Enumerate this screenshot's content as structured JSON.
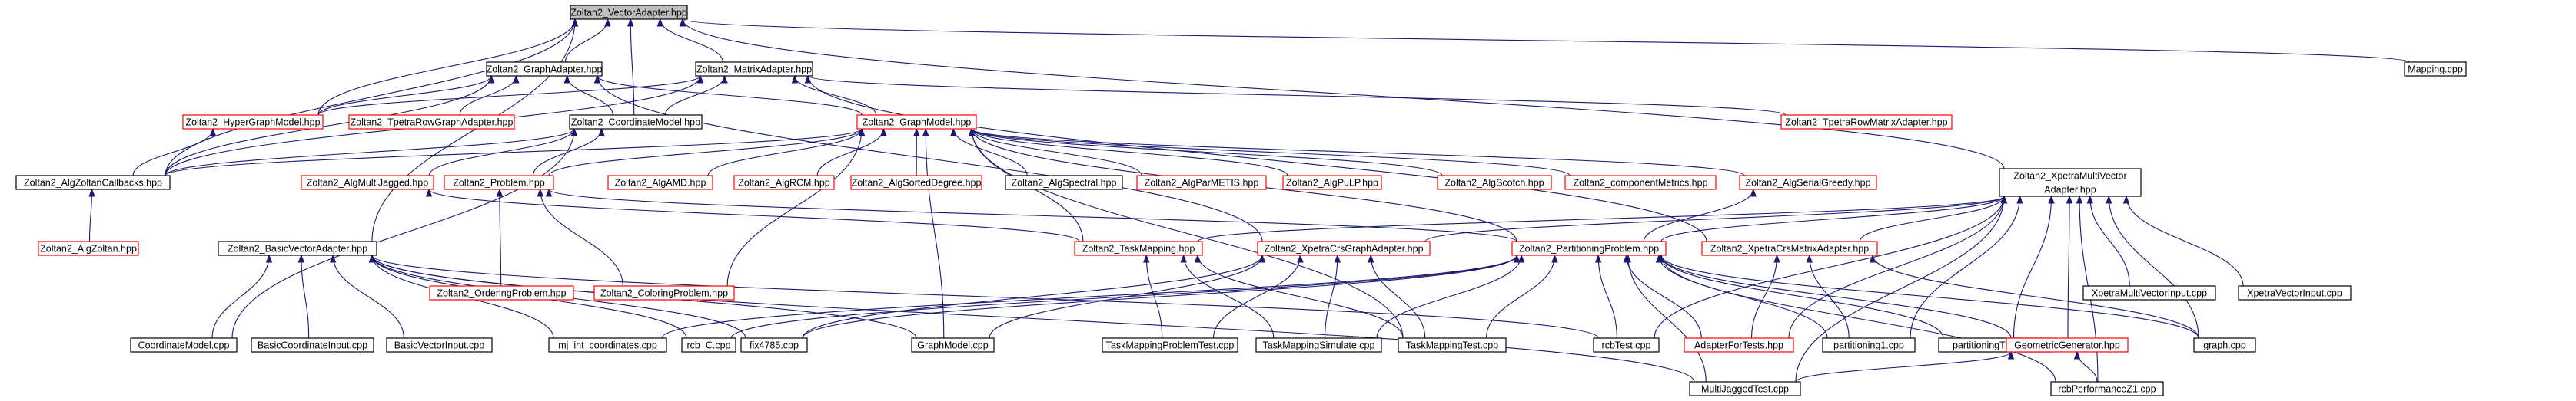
{
  "graph": {
    "title": "",
    "colors": {
      "edge": "#191970",
      "linked_border": "#000000",
      "external_border": "#ff0000",
      "root_fill": "#bfbfbf"
    },
    "nodes": [
      {
        "id": "vector_adapter",
        "label": "Zoltan2_VectorAdapter.hpp",
        "kind": "root"
      },
      {
        "id": "graph_adapter",
        "label": "Zoltan2_GraphAdapter.hpp",
        "kind": "linked"
      },
      {
        "id": "matrix_adapter",
        "label": "Zoltan2_MatrixAdapter.hpp",
        "kind": "linked"
      },
      {
        "id": "mapping_cpp",
        "label": "Mapping.cpp",
        "kind": "linked"
      },
      {
        "id": "hypergraph_model",
        "label": "Zoltan2_HyperGraphModel.hpp",
        "kind": "external"
      },
      {
        "id": "tpetra_row_graph_adapter",
        "label": "Zoltan2_TpetraRowGraphAdapter.hpp",
        "kind": "external"
      },
      {
        "id": "coordinate_model",
        "label": "Zoltan2_CoordinateModel.hpp",
        "kind": "linked"
      },
      {
        "id": "graph_model",
        "label": "Zoltan2_GraphModel.hpp",
        "kind": "external"
      },
      {
        "id": "tpetra_row_matrix_adapter",
        "label": "Zoltan2_TpetraRowMatrixAdapter.hpp",
        "kind": "external"
      },
      {
        "id": "alg_zoltan_callbacks",
        "label": "Zoltan2_AlgZoltanCallbacks.hpp",
        "kind": "linked"
      },
      {
        "id": "alg_multi_jagged",
        "label": "Zoltan2_AlgMultiJagged.hpp",
        "kind": "external"
      },
      {
        "id": "problem",
        "label": "Zoltan2_Problem.hpp",
        "kind": "external"
      },
      {
        "id": "alg_amd",
        "label": "Zoltan2_AlgAMD.hpp",
        "kind": "external"
      },
      {
        "id": "alg_rcm",
        "label": "Zoltan2_AlgRCM.hpp",
        "kind": "external"
      },
      {
        "id": "alg_sorted_degree",
        "label": "Zoltan2_AlgSortedDegree.hpp",
        "kind": "external"
      },
      {
        "id": "alg_spectral",
        "label": "Zoltan2_AlgSpectral.hpp",
        "kind": "linked"
      },
      {
        "id": "alg_parmetis",
        "label": "Zoltan2_AlgParMETIS.hpp",
        "kind": "external"
      },
      {
        "id": "alg_pulp",
        "label": "Zoltan2_AlgPuLP.hpp",
        "kind": "external"
      },
      {
        "id": "alg_scotch",
        "label": "Zoltan2_AlgScotch.hpp",
        "kind": "external"
      },
      {
        "id": "component_metrics",
        "label": "Zoltan2_componentMetrics.hpp",
        "kind": "external"
      },
      {
        "id": "alg_serial_greedy",
        "label": "Zoltan2_AlgSerialGreedy.hpp",
        "kind": "external"
      },
      {
        "id": "xpetra_multi_vector_adapter",
        "label": [
          "Zoltan2_XpetraMultiVector",
          "Adapter.hpp"
        ],
        "kind": "linked"
      },
      {
        "id": "alg_zoltan",
        "label": "Zoltan2_AlgZoltan.hpp",
        "kind": "external"
      },
      {
        "id": "basic_vector_adapter",
        "label": "Zoltan2_BasicVectorAdapter.hpp",
        "kind": "linked"
      },
      {
        "id": "ordering_problem",
        "label": "Zoltan2_OrderingProblem.hpp",
        "kind": "external"
      },
      {
        "id": "coloring_problem",
        "label": "Zoltan2_ColoringProblem.hpp",
        "kind": "external"
      },
      {
        "id": "task_mapping",
        "label": "Zoltan2_TaskMapping.hpp",
        "kind": "external"
      },
      {
        "id": "xpetra_crs_graph_adapter",
        "label": "Zoltan2_XpetraCrsGraphAdapter.hpp",
        "kind": "external"
      },
      {
        "id": "partitioning_problem",
        "label": "Zoltan2_PartitioningProblem.hpp",
        "kind": "external"
      },
      {
        "id": "xpetra_crs_matrix_adapter",
        "label": "Zoltan2_XpetraCrsMatrixAdapter.hpp",
        "kind": "external"
      },
      {
        "id": "xpetra_multi_vector_input",
        "label": "XpetraMultiVectorInput.cpp",
        "kind": "linked"
      },
      {
        "id": "xpetra_vector_input",
        "label": "XpetraVectorInput.cpp",
        "kind": "linked"
      },
      {
        "id": "coordinate_model_cpp",
        "label": "CoordinateModel.cpp",
        "kind": "linked"
      },
      {
        "id": "basic_coordinate_input",
        "label": "BasicCoordinateInput.cpp",
        "kind": "linked"
      },
      {
        "id": "basic_vector_input",
        "label": "BasicVectorInput.cpp",
        "kind": "linked"
      },
      {
        "id": "mj_int_coordinates",
        "label": "mj_int_coordinates.cpp",
        "kind": "linked"
      },
      {
        "id": "rcb_c",
        "label": "rcb_C.cpp",
        "kind": "linked"
      },
      {
        "id": "fix4785",
        "label": "fix4785.cpp",
        "kind": "linked"
      },
      {
        "id": "graph_model_cpp",
        "label": "GraphModel.cpp",
        "kind": "linked"
      },
      {
        "id": "task_mapping_problem_test",
        "label": "TaskMappingProblemTest.cpp",
        "kind": "linked"
      },
      {
        "id": "task_mapping_simulate",
        "label": "TaskMappingSimulate.cpp",
        "kind": "linked"
      },
      {
        "id": "task_mapping_test",
        "label": "TaskMappingTest.cpp",
        "kind": "linked"
      },
      {
        "id": "rcb_test",
        "label": "rcbTest.cpp",
        "kind": "linked"
      },
      {
        "id": "adapter_for_tests",
        "label": "AdapterForTests.hpp",
        "kind": "external"
      },
      {
        "id": "partitioning1",
        "label": "partitioning1.cpp",
        "kind": "linked"
      },
      {
        "id": "partitioning_tree",
        "label": "partitioningTree.cpp",
        "kind": "linked"
      },
      {
        "id": "geometric_generator",
        "label": "GeometricGenerator.hpp",
        "kind": "external"
      },
      {
        "id": "graph_cpp",
        "label": "graph.cpp",
        "kind": "linked"
      },
      {
        "id": "multi_jagged_test",
        "label": "MultiJaggedTest.cpp",
        "kind": "linked"
      },
      {
        "id": "rcb_performance_z1",
        "label": "rcbPerformanceZ1.cpp",
        "kind": "linked"
      }
    ]
  }
}
